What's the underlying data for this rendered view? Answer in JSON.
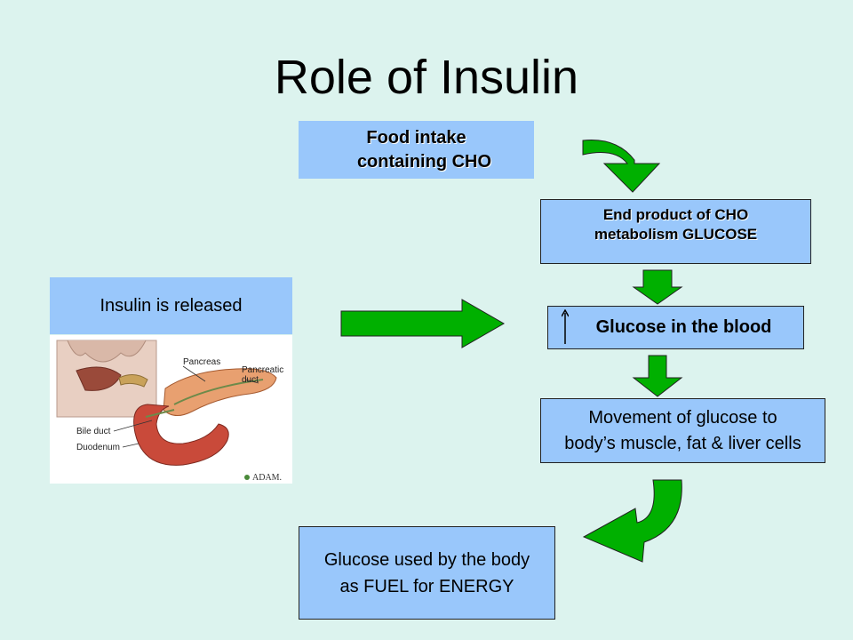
{
  "slide": {
    "title": "Role of Insulin",
    "background_color": "#dcf3ee",
    "box_color": "#99c7fb",
    "arrow_color": "#00b000"
  },
  "nodes": {
    "food_intake": {
      "line1": "Food intake",
      "line2": "containing CHO"
    },
    "end_product": {
      "line1": "End product of CHO",
      "line2": "metabolism GLUCOSE"
    },
    "insulin_released": {
      "label": "Insulin is released"
    },
    "glucose_blood": {
      "label": "Glucose in the blood",
      "indicator_icon": "up-arrow-icon"
    },
    "movement": {
      "line1": "Movement of glucose to",
      "line2": "body’s muscle, fat & liver cells"
    },
    "fuel": {
      "line1": "Glucose used by the body",
      "line2": "as FUEL for ENERGY"
    }
  },
  "illustration": {
    "labels": {
      "pancreas": "Pancreas",
      "pancreatic_duct_1": "Pancreatic",
      "pancreatic_duct_2": "duct",
      "bile_duct": "Bile duct",
      "duodenum": "Duodenum"
    },
    "credit": "ADAM."
  }
}
